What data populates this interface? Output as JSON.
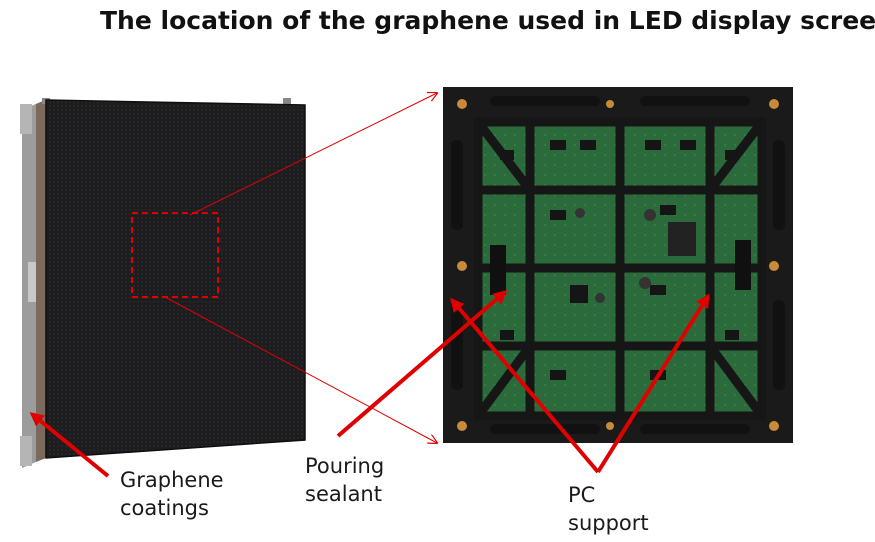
{
  "title": "The location of the graphene used in LED display screen",
  "labels": {
    "graphene_line1": "Graphene",
    "graphene_line2": "coatings",
    "pouring_line1": "Pouring",
    "pouring_line2": "sealant",
    "pc_line1": "PC",
    "pc_line2": "support"
  },
  "colors": {
    "arrow": "#e00000",
    "panel_face": "#1c1c1e",
    "panel_frame": "#a9a9a9",
    "pcb": "#2a6a3a",
    "module_frame": "#1a1a1a"
  }
}
